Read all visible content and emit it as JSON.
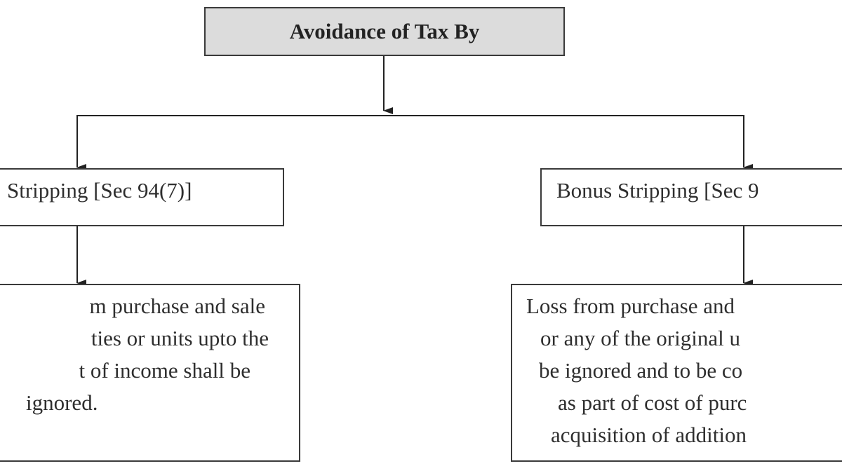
{
  "title": "Avoidance of Tax By",
  "left_branch": {
    "heading": "Stripping [Sec 94(7)]",
    "lines": [
      "m purchase and sale",
      "ties or units upto the",
      "t of income shall be",
      "ignored."
    ]
  },
  "right_branch": {
    "heading": "Bonus Stripping [Sec 9",
    "lines": [
      "Loss from purchase and",
      "or any of the original u",
      "be ignored and to be co",
      "as part of cost of purc",
      "acquisition of addition"
    ]
  }
}
